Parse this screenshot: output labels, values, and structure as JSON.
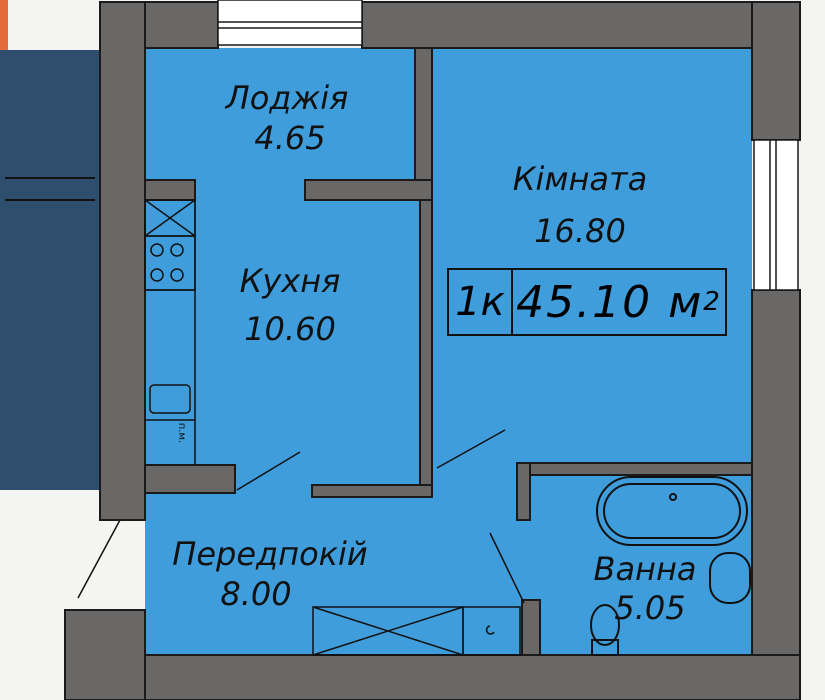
{
  "plan": {
    "rooms": [
      {
        "name": "Лоджія",
        "area": "4.65"
      },
      {
        "name": "Кухня",
        "area": "10.60"
      },
      {
        "name": "Кімната",
        "area": "16.80"
      },
      {
        "name": "Передпокій",
        "area": "8.00"
      },
      {
        "name": "Ванна",
        "area": "5.05"
      }
    ],
    "summary": {
      "rooms_label": "1к",
      "total_area": "45.10 м",
      "unit_power": "2"
    },
    "fixture_label": "п.м."
  },
  "colors": {
    "floor": "#3f9ddb",
    "wall": "#6a6866",
    "outline": "#1a1a1a"
  }
}
